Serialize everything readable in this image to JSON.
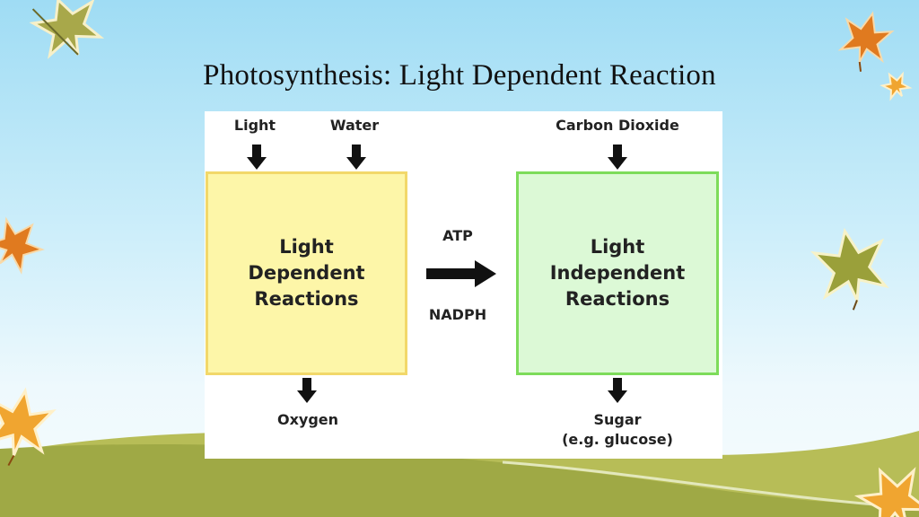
{
  "slide": {
    "title": "Photosynthesis:  Light Dependent Reaction",
    "background_top": "#9fdcf4",
    "hill_color": "#a8b24c"
  },
  "diagram": {
    "inputs": {
      "light": "Light",
      "water": "Water",
      "carbon_dioxide": "Carbon Dioxide"
    },
    "light_dependent_box": {
      "label": "Light\nDependent\nReactions",
      "fill": "#fdf6a8",
      "border": "#f2d86a"
    },
    "light_independent_box": {
      "label": "Light\nIndependent\nReactions",
      "fill": "#dcf9d6",
      "border": "#7ddc5a"
    },
    "transfer": {
      "top_label": "ATP",
      "bottom_label": "NADPH"
    },
    "outputs": {
      "oxygen": "Oxygen",
      "sugar": "Sugar\n(e.g. glucose)"
    }
  },
  "decorations": {
    "icons": [
      "leaf-icon",
      "leaf-icon",
      "leaf-icon",
      "leaf-icon",
      "leaf-icon",
      "leaf-icon",
      "leaf-icon"
    ],
    "leaf_colors": [
      "#e07a1f",
      "#9aa03a",
      "#f0a530"
    ]
  }
}
